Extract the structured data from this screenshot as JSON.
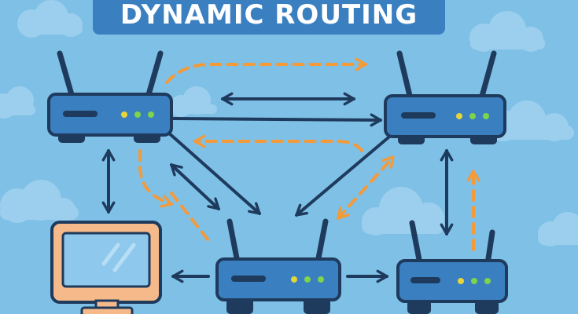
{
  "title": "DYNAMIC ROUTING",
  "colors": {
    "background": "#7fc0e6",
    "cloud": "#9ccfee",
    "banner": "#3a7fc0",
    "router_body": "#3a7fc0",
    "router_outline": "#1e3a5c",
    "link_solid": "#1e3a5c",
    "link_dashed": "#f39a3a",
    "led_yellow": "#e6d53a",
    "led_green": "#7ed44a",
    "computer_frame": "#f5b98a",
    "computer_screen": "#8ec8ec"
  },
  "nodes": [
    {
      "id": "router-top-left",
      "type": "router"
    },
    {
      "id": "router-top-right",
      "type": "router"
    },
    {
      "id": "router-bottom-center",
      "type": "router"
    },
    {
      "id": "router-bottom-right",
      "type": "router"
    },
    {
      "id": "computer",
      "type": "computer"
    }
  ],
  "links": [
    {
      "from": "router-top-left",
      "to": "router-top-right",
      "style": "solid",
      "direction": "both"
    },
    {
      "from": "router-top-left",
      "to": "router-top-right",
      "style": "solid",
      "direction": "forward"
    },
    {
      "from": "router-top-left",
      "to": "router-top-right",
      "style": "dashed",
      "direction": "forward"
    },
    {
      "from": "router-top-right",
      "to": "router-top-left",
      "style": "dashed",
      "direction": "forward"
    },
    {
      "from": "router-top-left",
      "to": "router-bottom-center",
      "style": "solid",
      "direction": "forward"
    },
    {
      "from": "router-top-left",
      "to": "router-bottom-center",
      "style": "solid",
      "direction": "both"
    },
    {
      "from": "router-top-left",
      "to": "router-bottom-center",
      "style": "dashed",
      "direction": "forward"
    },
    {
      "from": "router-top-right",
      "to": "router-bottom-center",
      "style": "solid",
      "direction": "forward"
    },
    {
      "from": "router-bottom-center",
      "to": "router-top-right",
      "style": "dashed",
      "direction": "both"
    },
    {
      "from": "router-top-left",
      "to": "computer",
      "style": "solid",
      "direction": "both"
    },
    {
      "from": "router-top-right",
      "to": "router-bottom-right",
      "style": "solid",
      "direction": "both"
    },
    {
      "from": "router-bottom-right",
      "to": "router-top-right",
      "style": "dashed",
      "direction": "forward"
    },
    {
      "from": "router-bottom-center",
      "to": "router-bottom-right",
      "style": "solid",
      "direction": "forward"
    },
    {
      "from": "router-bottom-center",
      "to": "computer",
      "style": "solid",
      "direction": "forward"
    }
  ]
}
